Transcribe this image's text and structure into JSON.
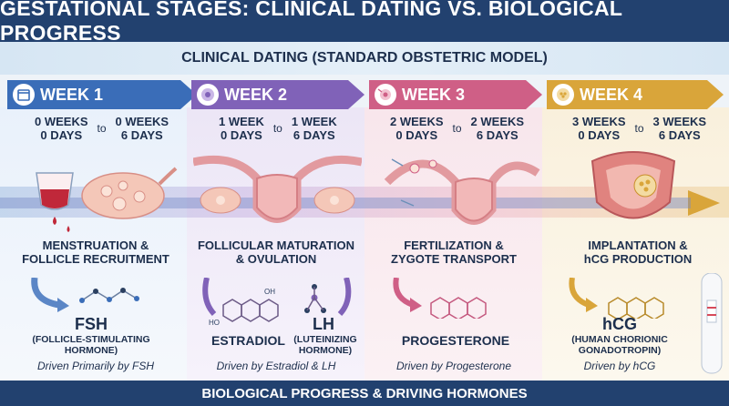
{
  "title": "GESTATIONAL STAGES: CLINICAL DATING VS. BIOLOGICAL PROGRESS",
  "subtitle": "CLINICAL DATING (STANDARD OBSTETRIC MODEL)",
  "footer": "BIOLOGICAL PROGRESS & DRIVING HORMONES",
  "connector": "to",
  "stages": [
    {
      "week": "WEEK 1",
      "icon": "calendar-icon",
      "start_weeks": "0 WEEKS",
      "start_days": "0 DAYS",
      "end_weeks": "0 WEEKS",
      "end_days": "6 DAYS",
      "milestone_line1": "MENSTRUATION &",
      "milestone_line2": "FOLLICLE RECRUITMENT",
      "hormone": "FSH",
      "hormone_full_line1": "(FOLLICLE-STIMULATING",
      "hormone_full_line2": "HORMONE)",
      "driven_by": "Driven Primarily by FSH",
      "color": "#3a6db8"
    },
    {
      "week": "WEEK 2",
      "icon": "follicle-icon",
      "start_weeks": "1 WEEK",
      "start_days": "0 DAYS",
      "end_weeks": "1 WEEK",
      "end_days": "6 DAYS",
      "milestone_line1": "FOLLICULAR MATURATION",
      "milestone_line2": "& OVULATION",
      "hormone": "ESTRADIOL",
      "hormone_b": "LH",
      "hormone_b_full_line1": "(LUTEINIZING",
      "hormone_b_full_line2": "HORMONE)",
      "molecule_labels": {
        "hydroxyl_top": "OH",
        "hydroxyl_side": "HO"
      },
      "driven_by": "Driven by Estradiol & LH",
      "color": "#8062b8"
    },
    {
      "week": "WEEK 3",
      "icon": "zygote-icon",
      "start_weeks": "2 WEEKS",
      "start_days": "0 DAYS",
      "end_weeks": "2 WEEKS",
      "end_days": "6 DAYS",
      "milestone_line1": "FERTILIZATION &",
      "milestone_line2": "ZYGOTE TRANSPORT",
      "hormone": "PROGESTERONE",
      "driven_by": "Driven by Progesterone",
      "color": "#cf5f86"
    },
    {
      "week": "WEEK 4",
      "icon": "embryo-icon",
      "start_weeks": "3 WEEKS",
      "start_days": "0 DAYS",
      "end_weeks": "3 WEEKS",
      "end_days": "6 DAYS",
      "milestone_line1": "IMPLANTATION &",
      "milestone_line2": "hCG PRODUCTION",
      "hormone": "hCG",
      "hormone_full_line1": "(HUMAN CHORIONIC",
      "hormone_full_line2": "GONADOTROPIN)",
      "driven_by": "Driven by hCG",
      "color": "#d9a53a"
    }
  ]
}
